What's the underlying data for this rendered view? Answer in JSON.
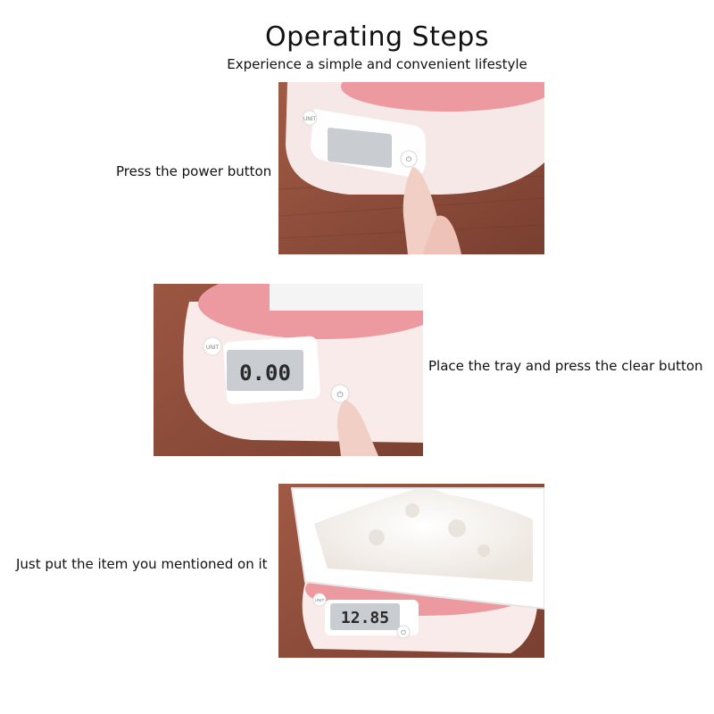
{
  "header": {
    "title": "Operating Steps",
    "subtitle": "Experience a simple and convenient lifestyle"
  },
  "steps": [
    {
      "caption": "Press the power button",
      "unit_label": "UNIT",
      "display_value": "",
      "image_icon": "finger-pressing-power-button"
    },
    {
      "caption": "Place the tray and press the clear button",
      "unit_label": "UNIT",
      "display_value": "0.00",
      "image_icon": "finger-pressing-clear-button"
    },
    {
      "caption": "Just put the item you mentioned on it",
      "unit_label": "UNIT",
      "display_value": "12.85",
      "image_icon": "tray-with-flour-on-scale"
    }
  ],
  "colors": {
    "wood": "#8a4a38",
    "scale_body": "#f7ecea",
    "scale_plate": "#ec9aa0",
    "lcd": "#c9ccd0"
  }
}
